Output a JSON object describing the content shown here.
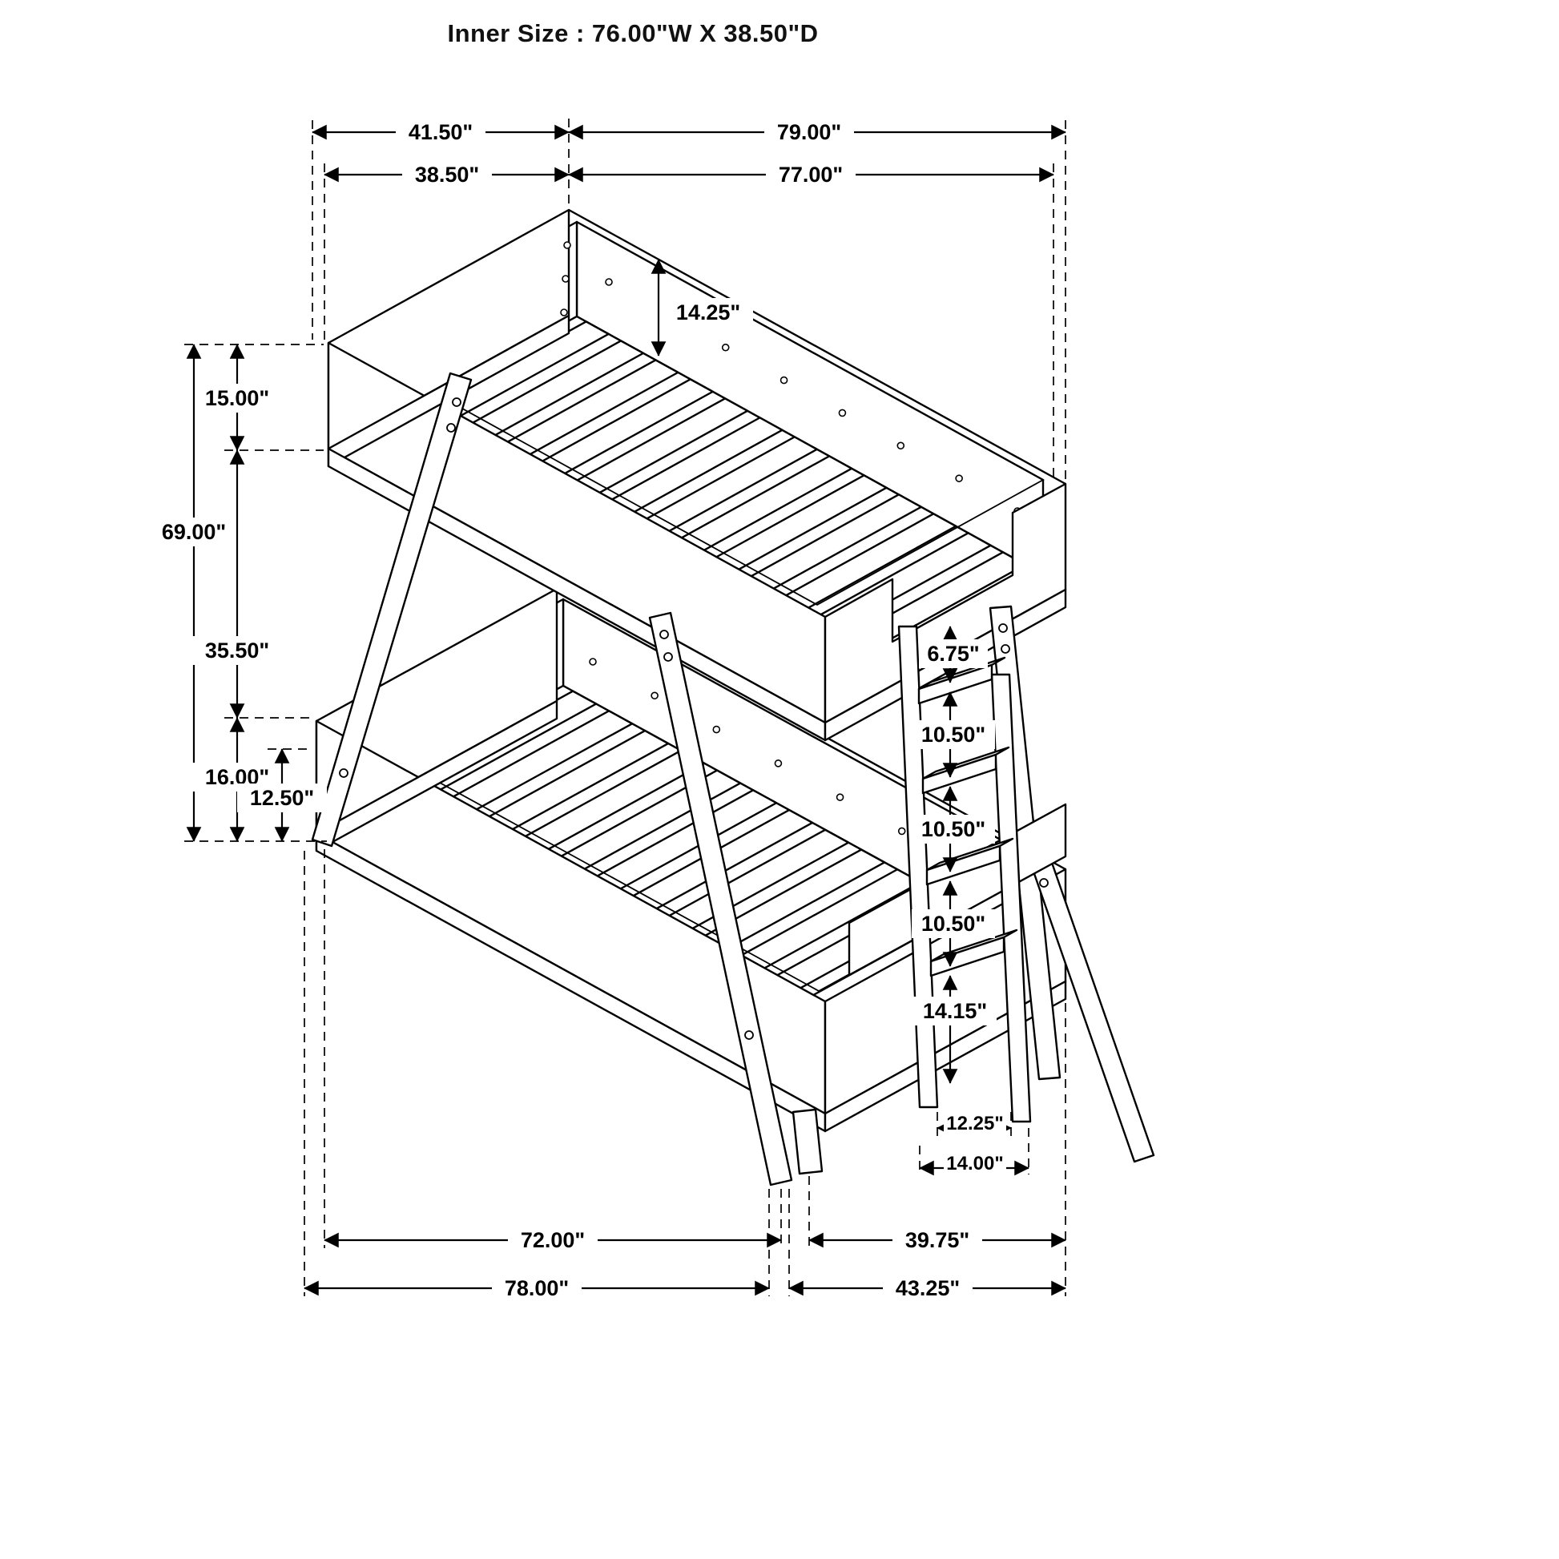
{
  "title": "Inner Size : 76.00\"W X 38.50\"D",
  "dims": {
    "top_overall_depth": "41.50\"",
    "top_overall_width": "79.00\"",
    "top_inner_depth": "38.50\"",
    "top_inner_width": "77.00\"",
    "top_rail_inner_height": "14.25\"",
    "top_rail_height": "15.00\"",
    "overall_height": "69.00\"",
    "bunk_clearance": "35.50\"",
    "bottom_rail_height": "16.00\"",
    "bottom_deck_height": "12.50\"",
    "ladder_gap_top": "6.75\"",
    "ladder_step_gap_1": "10.50\"",
    "ladder_step_gap_2": "10.50\"",
    "ladder_step_gap_3": "10.50\"",
    "ladder_gap_bottom": "14.15\"",
    "ladder_inner_width": "12.25\"",
    "ladder_outer_width": "14.00\"",
    "base_inner_width": "72.00\"",
    "base_right_depth": "39.75\"",
    "base_outer_width": "78.00\"",
    "base_right_outer_depth": "43.25\""
  }
}
